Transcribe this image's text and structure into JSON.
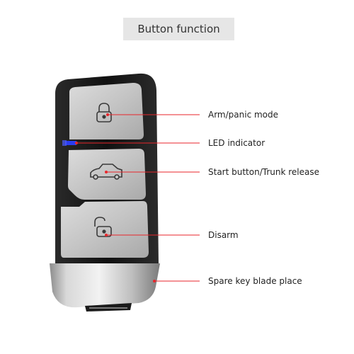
{
  "title": "Button function",
  "colors": {
    "leader_line": "#e8262b",
    "led": "#2a3cf0",
    "fob_body": "#151515",
    "button_face": "#c6c6c6",
    "title_bg": "#e6e6e6"
  },
  "buttons": [
    {
      "label": "Arm/panic mode",
      "icon": "lock-closed-icon"
    },
    {
      "label": "LED indicator",
      "icon": "led-indicator"
    },
    {
      "label": "Start button/Trunk release",
      "icon": "car-trunk-icon"
    },
    {
      "label": "Disarm",
      "icon": "lock-open-icon"
    },
    {
      "label": "Spare key blade place",
      "icon": "blade-slot"
    }
  ]
}
